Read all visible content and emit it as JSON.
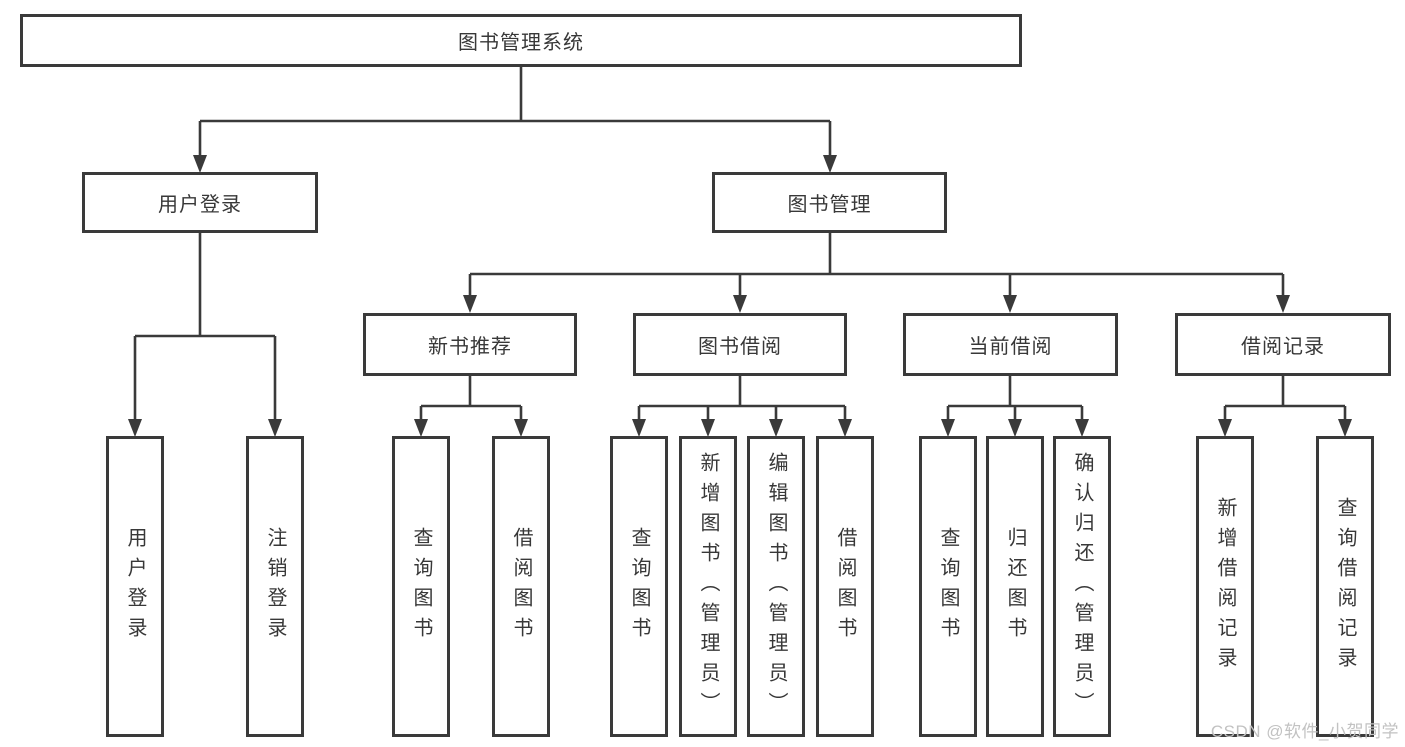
{
  "diagram": {
    "root": {
      "label": "图书管理系统"
    },
    "branches": [
      {
        "label": "用户登录",
        "children": [
          {
            "label": "用户登录"
          },
          {
            "label": "注销登录"
          }
        ]
      },
      {
        "label": "图书管理",
        "children": [
          {
            "label": "新书推荐",
            "children": [
              {
                "label": "查询图书"
              },
              {
                "label": "借阅图书"
              }
            ]
          },
          {
            "label": "图书借阅",
            "children": [
              {
                "label": "查询图书"
              },
              {
                "label": "新增图书（管理员）"
              },
              {
                "label": "编辑图书（管理员）"
              },
              {
                "label": "借阅图书"
              }
            ]
          },
          {
            "label": "当前借阅",
            "children": [
              {
                "label": "查询图书"
              },
              {
                "label": "归还图书"
              },
              {
                "label": "确认归还（管理员）"
              }
            ]
          },
          {
            "label": "借阅记录",
            "children": [
              {
                "label": "新增借阅记录"
              },
              {
                "label": "查询借阅记录"
              }
            ]
          }
        ]
      }
    ]
  },
  "watermark": {
    "text": "CSDN @软件_小贺同学"
  },
  "colors": {
    "line": "#3a3a3a",
    "text": "#383838",
    "box_fill": "#ffffff",
    "background": "#ffffff",
    "watermark": "#c2c2c2"
  }
}
